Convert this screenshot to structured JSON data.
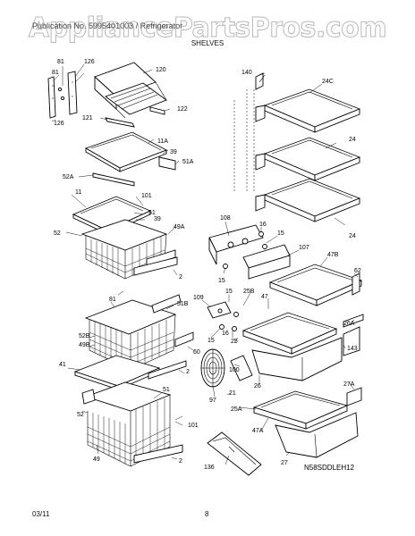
{
  "watermark": "AppliancePartsPros.com",
  "header_text": "Publication No. 5995401003 / Refrigerator",
  "section_title": "SHELVES",
  "diagram_code": "N58SDDLEH12",
  "footer": {
    "date": "03/11",
    "page_number": "8"
  },
  "labels": {
    "l81a": "81",
    "l126a": "126",
    "l81b": "81",
    "l126b": "126",
    "l120": "120",
    "l121": "121",
    "l122": "122",
    "l11A": "11A",
    "l39a": "39",
    "l51A": "51A",
    "l52A": "52A",
    "l11": "11",
    "l101a": "101",
    "l51a": "51",
    "l39b": "39",
    "l52": "52",
    "l49A": "49A",
    "l2a": "2",
    "l140": "140",
    "l24C": "24C",
    "l24a": "24",
    "l24b": "24",
    "l108": "108",
    "l16a": "16",
    "l15a": "15",
    "l107": "107",
    "l15b": "15",
    "l47B": "47B",
    "l62": "62",
    "l81c": "81",
    "l51B": "51B",
    "l52B": "52B",
    "l49B": "49B",
    "l60": "60",
    "l41": "41",
    "l2b": "2",
    "l109": "109",
    "l15c": "15",
    "l25B": "25B",
    "l47": "47",
    "l15d": "15",
    "l16b": "16",
    "l25": "25",
    "l26A": "26A",
    "l143": "143",
    "l100": "100",
    "l97": "97",
    "l21": "21",
    "l26": "26",
    "l27A": "27A",
    "l25A": "25A",
    "l47A": "47A",
    "l27": "27",
    "l51b": "51",
    "l52b": "52",
    "l101b": "101",
    "l49": "49",
    "l2c": "2",
    "l136": "136"
  }
}
